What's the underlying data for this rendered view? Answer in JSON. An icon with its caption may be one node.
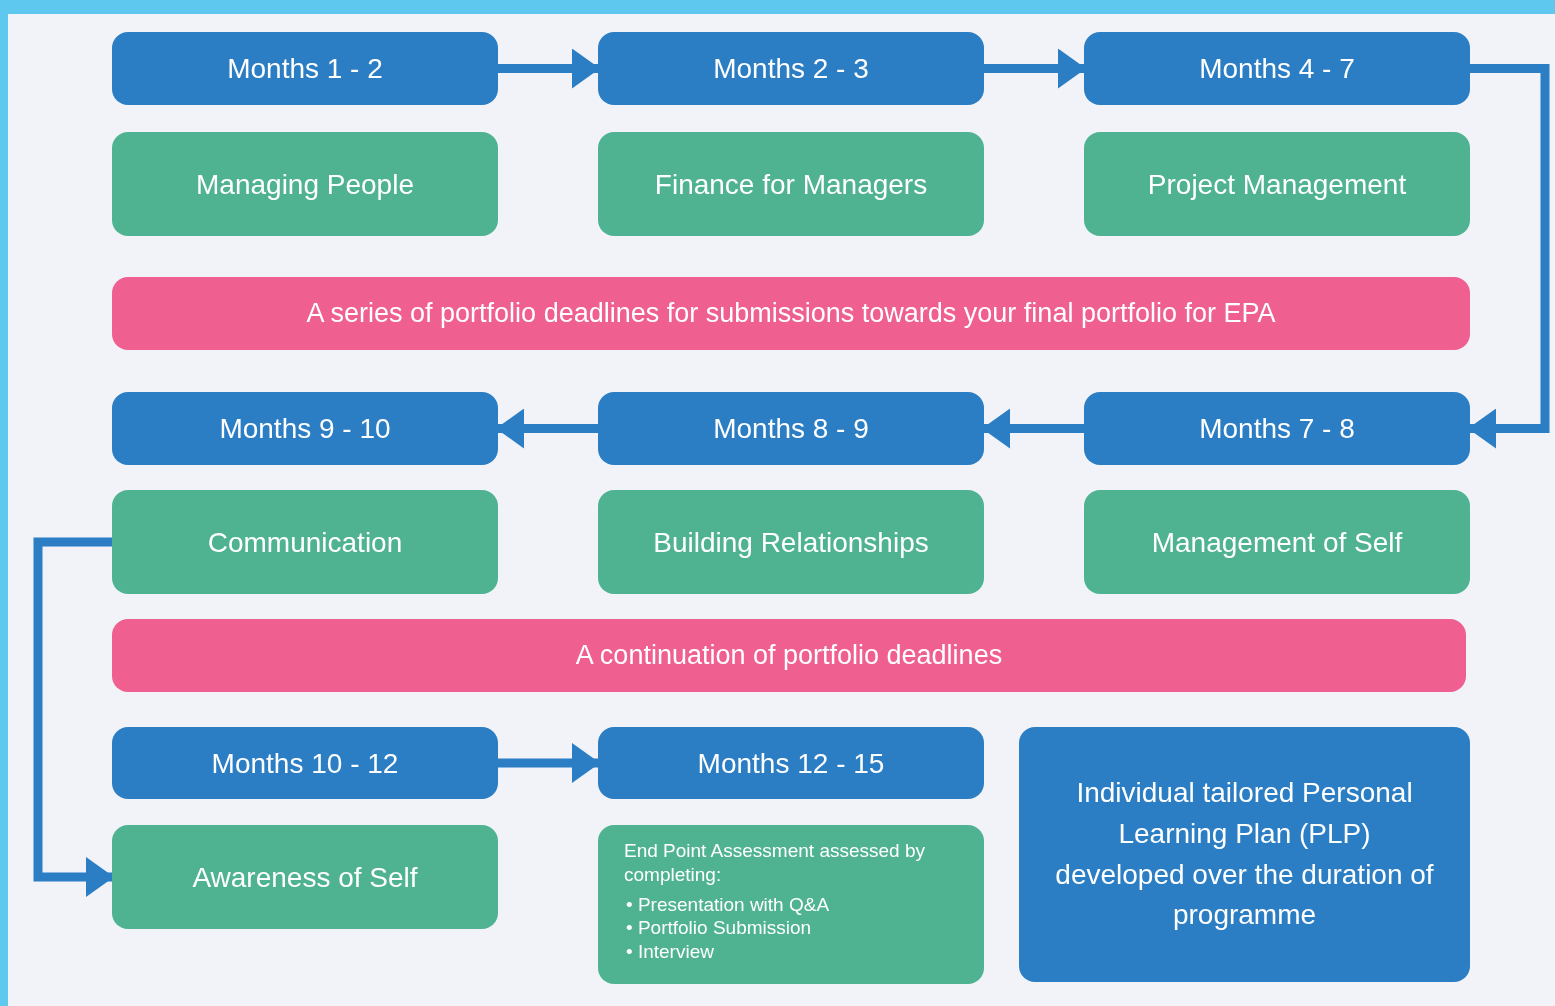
{
  "diagram": {
    "nodes": [
      {
        "text": [
          "Months 1 - 2"
        ]
      },
      {
        "text": [
          "Months 2 - 3"
        ]
      },
      {
        "text": [
          "Months 4 - 7"
        ]
      },
      {
        "text": [
          "Managing People"
        ]
      },
      {
        "text": [
          "Finance for Managers"
        ]
      },
      {
        "text": [
          "Project Management"
        ]
      },
      {
        "text": [
          "A series of portfolio deadlines for submissions towards your final portfolio for EPA"
        ]
      },
      {
        "text": [
          "Months 9 - 10"
        ]
      },
      {
        "text": [
          "Months 8 - 9"
        ]
      },
      {
        "text": [
          "Months 7 - 8"
        ]
      },
      {
        "text": [
          "Communication"
        ]
      },
      {
        "text": [
          "Building Relationships"
        ]
      },
      {
        "text": [
          "Management of Self"
        ]
      },
      {
        "text": [
          "A continuation of portfolio deadlines"
        ]
      },
      {
        "text": [
          "Months 10 - 12"
        ]
      },
      {
        "text": [
          "Months 12 - 15"
        ]
      },
      {
        "text": [
          "Individual tailored Personal Learning Plan (PLP) developed over the duration of programme"
        ]
      },
      {
        "text": [
          "Awareness of Self"
        ]
      },
      {
        "text": [
          "End Point Assessment assessed by completing:",
          "• Presentation with Q&A",
          "• Portfolio Submission",
          "• Interview"
        ]
      }
    ],
    "edges": [
      {
        "from": 0,
        "to": 1,
        "arrow": "to"
      },
      {
        "from": 1,
        "to": 2,
        "arrow": "to"
      },
      {
        "from": 2,
        "to": 9,
        "arrow": "to"
      },
      {
        "from": 9,
        "to": 8,
        "arrow": "to"
      },
      {
        "from": 8,
        "to": 7,
        "arrow": "to"
      },
      {
        "from": 10,
        "to": 17,
        "arrow": "to"
      },
      {
        "from": 14,
        "to": 15,
        "arrow": "to"
      }
    ]
  }
}
